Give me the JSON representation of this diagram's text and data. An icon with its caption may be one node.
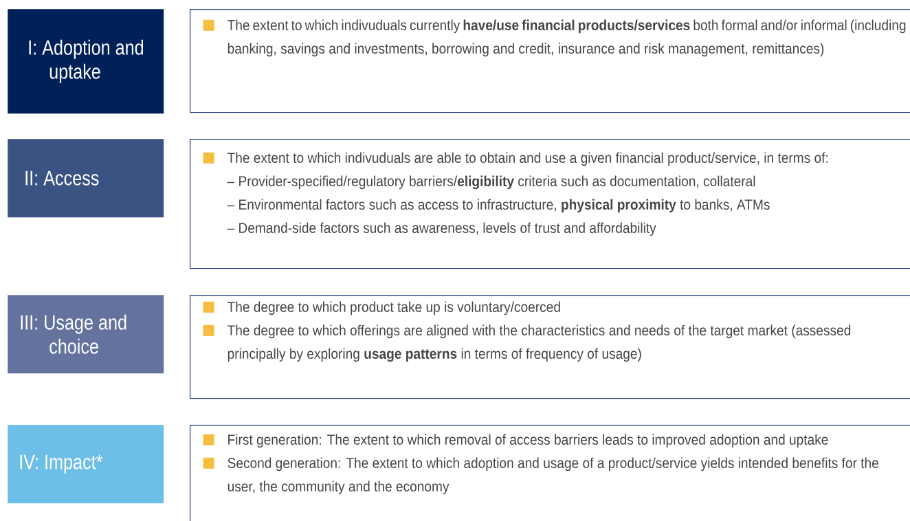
{
  "diagram": {
    "nodes": [
      {
        "text": [
          "I: Adoption and uptake"
        ]
      },
      {
        "text": [
          "The extent to which indivuduals currently **have/use financial products/services** both formal and/or informal (including banking, savings and investments, borrowing and credit, insurance and risk management, remittances)"
        ]
      },
      {
        "text": [
          "II: Access"
        ]
      },
      {
        "text": [
          "The extent to which indivuduals are able to obtain and use a given financial product/service, in terms of:",
          "– Provider-specified/regulatory barriers/**eligibility** criteria such as documentation, collateral",
          "– Environmental factors such as access to infrastructure, **physical proximity** to banks, ATMs",
          "– Demand-side factors such as awareness, levels of trust and affordability"
        ]
      },
      {
        "text": [
          "III: Usage and choice"
        ]
      },
      {
        "text": [
          "The degree to which product take up is voluntary/coerced",
          "The degree to which offerings are aligned with the characteristics and needs of the target market (assessed principally by exploring **usage patterns** in terms of frequency of usage)"
        ]
      },
      {
        "text": [
          "IV: Impact*"
        ]
      },
      {
        "text": [
          "First generation:  The extent to which removal of access barriers leads to improved adoption and uptake",
          "Second generation:  The extent to which adoption and usage of a product/service yields intended benefits for the user, the community and the economy"
        ]
      }
    ],
    "edges": []
  }
}
